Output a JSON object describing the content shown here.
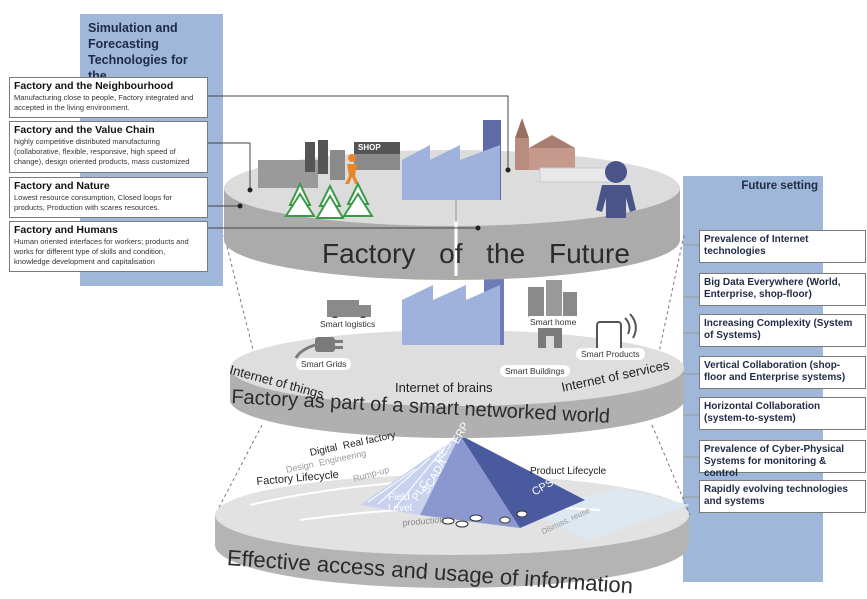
{
  "left_panel": {
    "title": "Simulation and Forecasting Technologies for the…",
    "boxes": [
      {
        "heading": "Factory and the Neighbourhood",
        "text": "Manufacturing close to people, Factory integrated and accepted in the living environment."
      },
      {
        "heading": "Factory and the Value Chain",
        "text": "highly competitive distributed manufacturing (collaborative, flexible, responsive, high speed of change), design oriented products, mass customized"
      },
      {
        "heading": "Factory and Nature",
        "text": "Lowest resource consumption, Closed loops for products, Production with scares resources."
      },
      {
        "heading": "Factory and Humans",
        "text": "Human oriented interfaces for workers; products and works for different type of skills and condition, knowledge development and capitalisation"
      }
    ]
  },
  "right_panel": {
    "title": "Future setting",
    "items": [
      "Prevalence of Internet technologies",
      "Big Data Everywhere (World, Enterprise, shop-floor)",
      "Increasing Complexity (System of Systems)",
      "Vertical Collaboration (shop-floor and Enterprise systems)",
      "Horizontal Collaboration (system-to-system)",
      "Prevalence of Cyber-Physical Systems for monitoring & control",
      "Rapidly evolving technologies and systems"
    ]
  },
  "levels": {
    "top": {
      "title": "Factory of the Future",
      "shop_sign": "SHOP"
    },
    "middle": {
      "title": "Factory as part of a smart networked world",
      "items": [
        "Smart logistics",
        "Smart home",
        "Smart Grids",
        "Smart Products",
        "Smart Buildings"
      ],
      "internet_of_things": "Internet of things",
      "internet_of_brains": "Internet of brains",
      "internet_of_services": "Internet of services"
    },
    "bottom": {
      "title": "Effective access and usage of information",
      "pyramid": [
        "ERP",
        "MES",
        "SCADA",
        "PLC",
        "Field Level",
        "CPS"
      ],
      "digital": "Digital",
      "real_factory": "Real factory",
      "design": "Design",
      "engineering": "Engineering",
      "rump_up": "Rump-up",
      "factory_lifecycle": "Factory Lifecycle",
      "product_lifecycle": "Product Lifecycle",
      "production": "production",
      "dismiss_reuse": "Dismiss, reuse"
    }
  },
  "colors": {
    "panel": "#9fb7d9",
    "disc_top": "#d7d7d7",
    "disc_side": "#a9a9a9",
    "building": "#9fb2dd",
    "pyramid": "#5b6ba8",
    "text_dark": "#1f2a44"
  }
}
